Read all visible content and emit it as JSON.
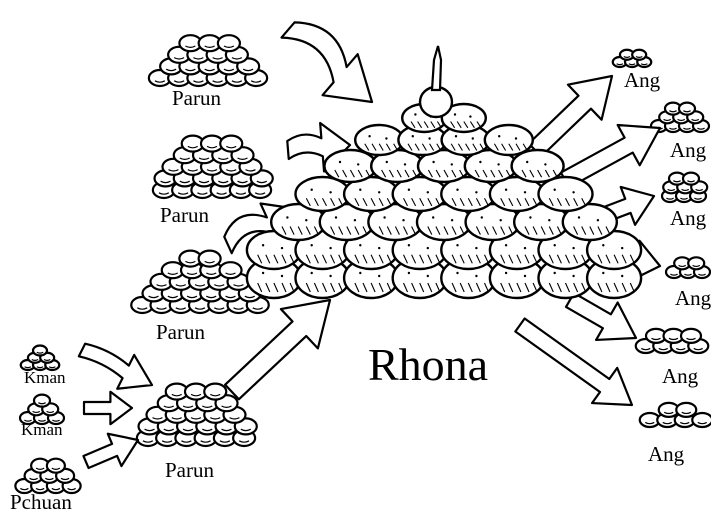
{
  "center": {
    "label": "Rhona"
  },
  "sources": [
    {
      "label": "Parun"
    },
    {
      "label": "Parun"
    },
    {
      "label": "Parun"
    },
    {
      "label": "Parun"
    }
  ],
  "sub_sources": [
    {
      "label": "Kman"
    },
    {
      "label": "Kman"
    },
    {
      "label": "Pchuan"
    }
  ],
  "outputs": [
    {
      "label": "Ang"
    },
    {
      "label": "Ang"
    },
    {
      "label": "Ang"
    },
    {
      "label": "Ang"
    },
    {
      "label": "Ang"
    },
    {
      "label": "Ang"
    }
  ],
  "colors": {
    "ink": "#000000",
    "paper": "#ffffff"
  }
}
